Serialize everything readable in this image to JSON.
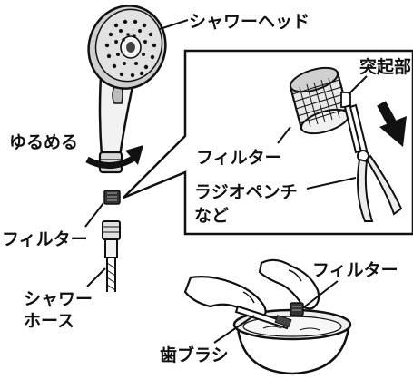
{
  "labels": {
    "shower_head": "シャワーヘッド",
    "protrusion": "突起部",
    "loosen": "ゆるめる",
    "filter_inset": "フィルター",
    "pliers_line1": "ラジオペンチ",
    "pliers_line2": "など",
    "filter_left": "フィルター",
    "hose_line1": "シャワー",
    "hose_line2": "ホース",
    "filter_bottom": "フィルター",
    "toothbrush": "歯ブラシ"
  },
  "colors": {
    "ink": "#111111",
    "head_fill": "#e2e2e2",
    "handle_fill": "#f2f2f2",
    "water": "#eeeeee"
  },
  "icons": {
    "loosen_arrow": "rotate-arrow-icon",
    "pull_arrow": "down-right-arrow-icon"
  }
}
